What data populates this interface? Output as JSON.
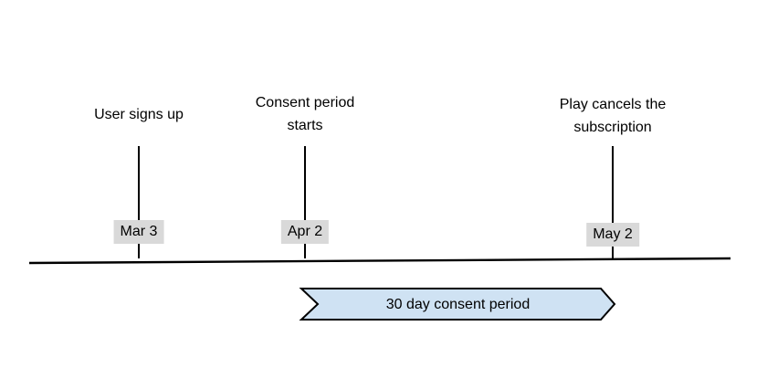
{
  "events": [
    {
      "title": "User signs up",
      "date": "Mar 3"
    },
    {
      "title": "Consent period starts",
      "date": "Apr 2"
    },
    {
      "title": "Play cancels the subscription",
      "date": "May 2"
    }
  ],
  "banner": {
    "label": "30 day consent period"
  },
  "colors": {
    "background": "#ffffff",
    "text": "#000000",
    "line": "#000000",
    "date_label_bg": "#d9d9d9",
    "banner_fill": "#cfe2f3",
    "banner_border": "#000000"
  }
}
